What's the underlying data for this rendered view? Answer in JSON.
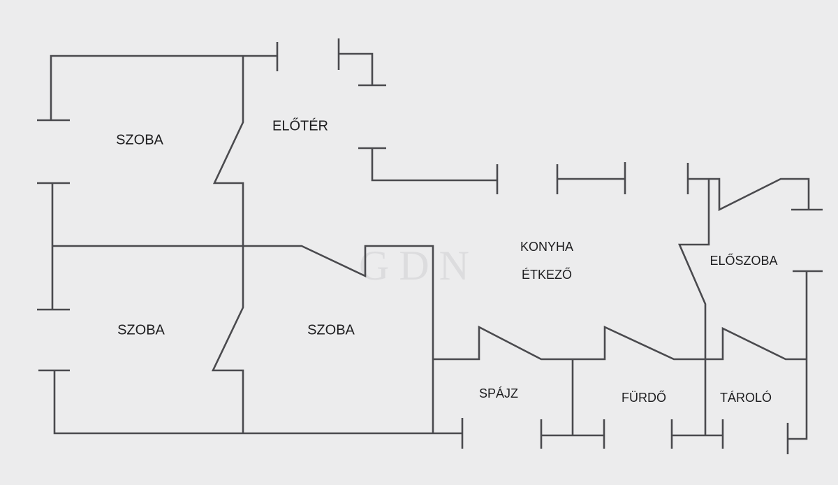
{
  "plan": {
    "rooms": {
      "szoba_top_left": "SZOBA",
      "eloter": "ELŐTÉR",
      "szoba_bottom_left": "SZOBA",
      "szoba_middle": "SZOBA",
      "konyha": "KONYHA",
      "etkezo": "ÉTKEZŐ",
      "eloszoba": "ELŐSZOBA",
      "spajz": "SPÁJZ",
      "furdo": "FÜRDŐ",
      "tarolo": "TÁROLÓ"
    },
    "watermark": "GDN",
    "colors": {
      "background": "#ececed",
      "walls": "#4a4a4e",
      "text": "#1e1e20"
    }
  }
}
